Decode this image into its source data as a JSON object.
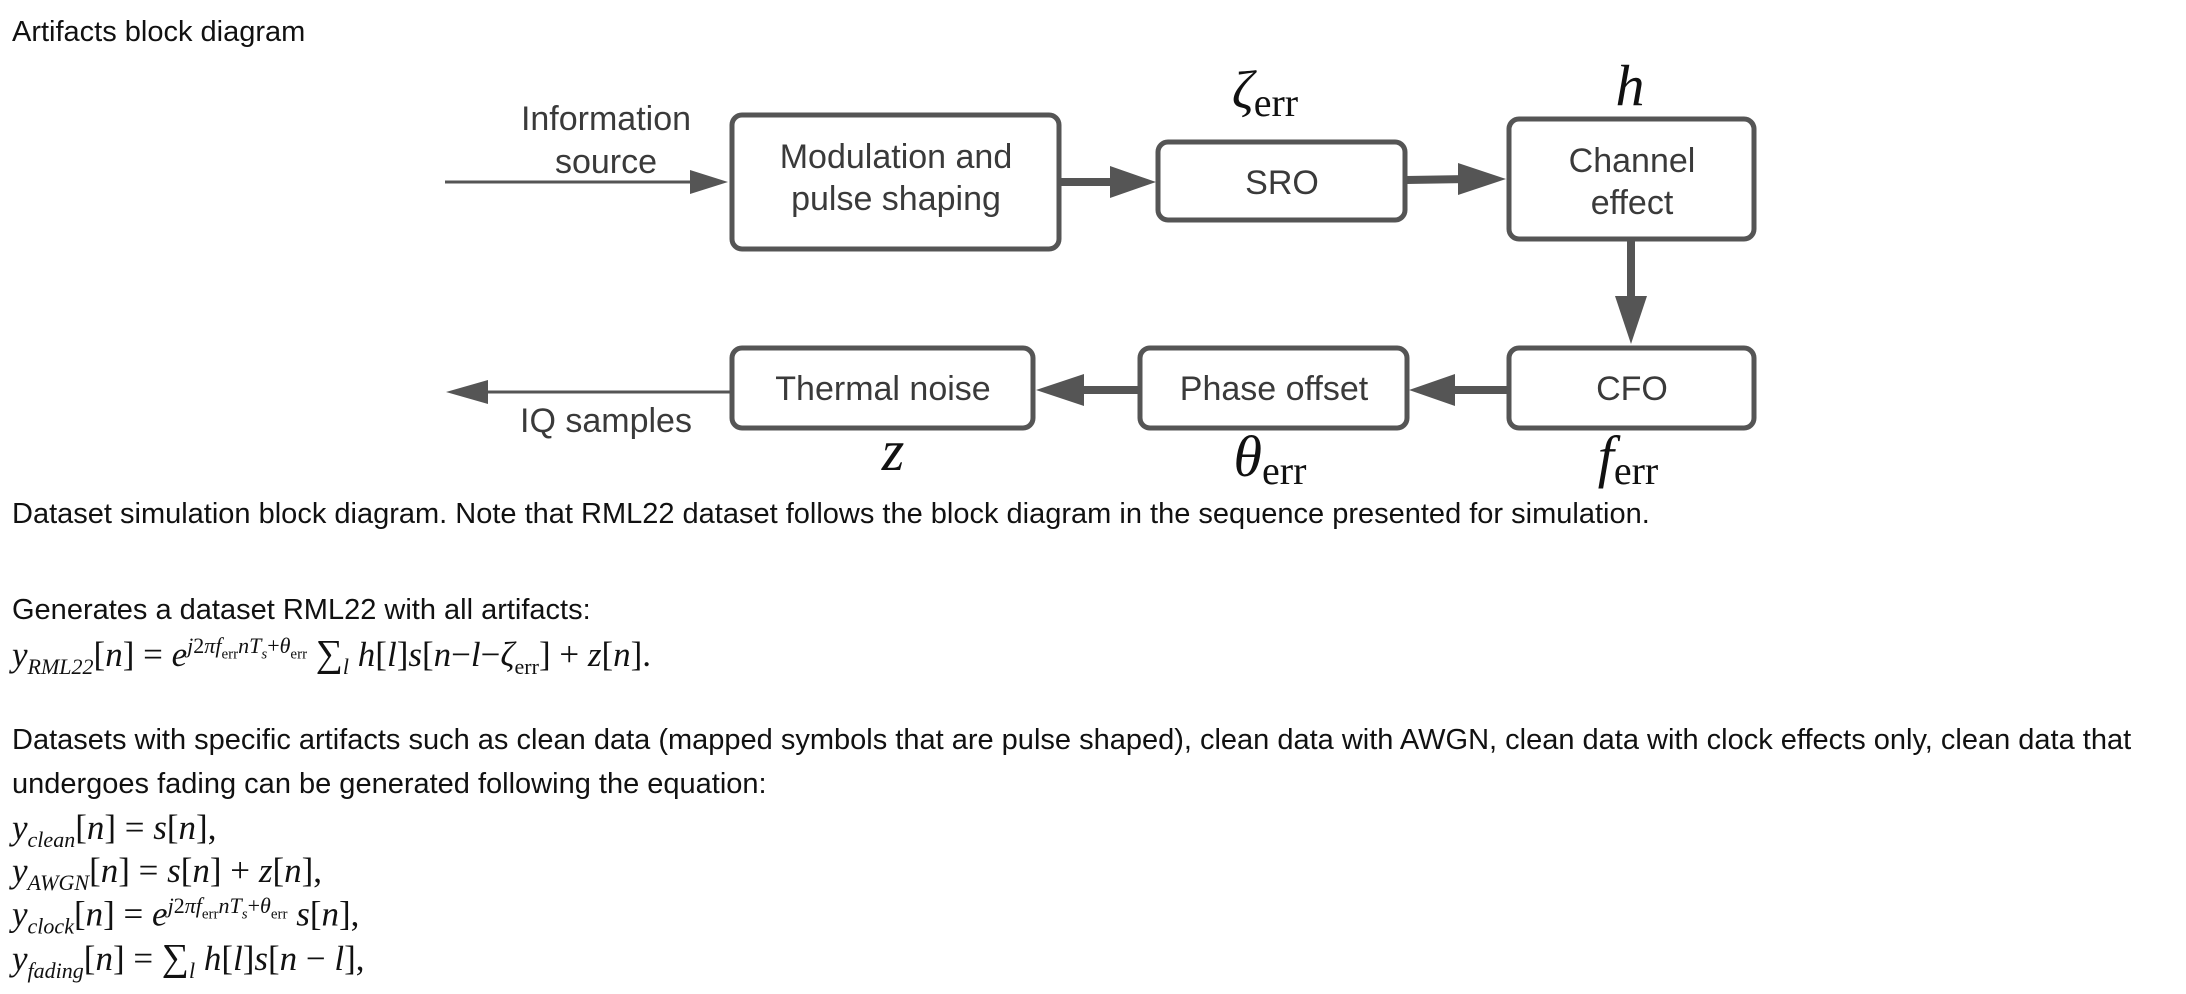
{
  "heading": "Artifacts block diagram",
  "diagram": {
    "input_label_line1": "Information",
    "input_label_line2": "source",
    "output_label": "IQ samples",
    "blocks": [
      {
        "line1": "Modulation and",
        "line2": "pulse shaping"
      },
      {
        "line1": "SRO",
        "line2": ""
      },
      {
        "line1": "Channel",
        "line2": "effect"
      },
      {
        "line1": "CFO",
        "line2": ""
      },
      {
        "line1": "Phase offset",
        "line2": ""
      },
      {
        "line1": "Thermal noise",
        "line2": ""
      }
    ],
    "symbols": {
      "sro": {
        "main": "ζ",
        "sub": "err"
      },
      "channel": {
        "main": "h",
        "sub": ""
      },
      "cfo": {
        "main": "f",
        "sub": "err"
      },
      "phase": {
        "main": "θ",
        "sub": "err"
      },
      "noise": {
        "main": "z",
        "sub": ""
      }
    }
  },
  "caption": "Dataset simulation block diagram. Note that RML22 dataset follows the block diagram in the sequence presented for simulation.",
  "generates_text": "Generates a dataset RML22 with all artifacts:",
  "paragraph": "Datasets with specific artifacts such as clean data (mapped symbols that are pulse shaped), clean data with AWGN, clean data with clock effects only, clean data that undergoes fading can be generated following the equation:",
  "equations": {
    "rml22": {
      "lhs_sub": "RML22"
    },
    "clean": {
      "lhs_sub": "clean"
    },
    "awgn": {
      "lhs_sub": "AWGN"
    },
    "clock": {
      "lhs_sub": "clock"
    },
    "fading": {
      "lhs_sub": "fading"
    }
  }
}
